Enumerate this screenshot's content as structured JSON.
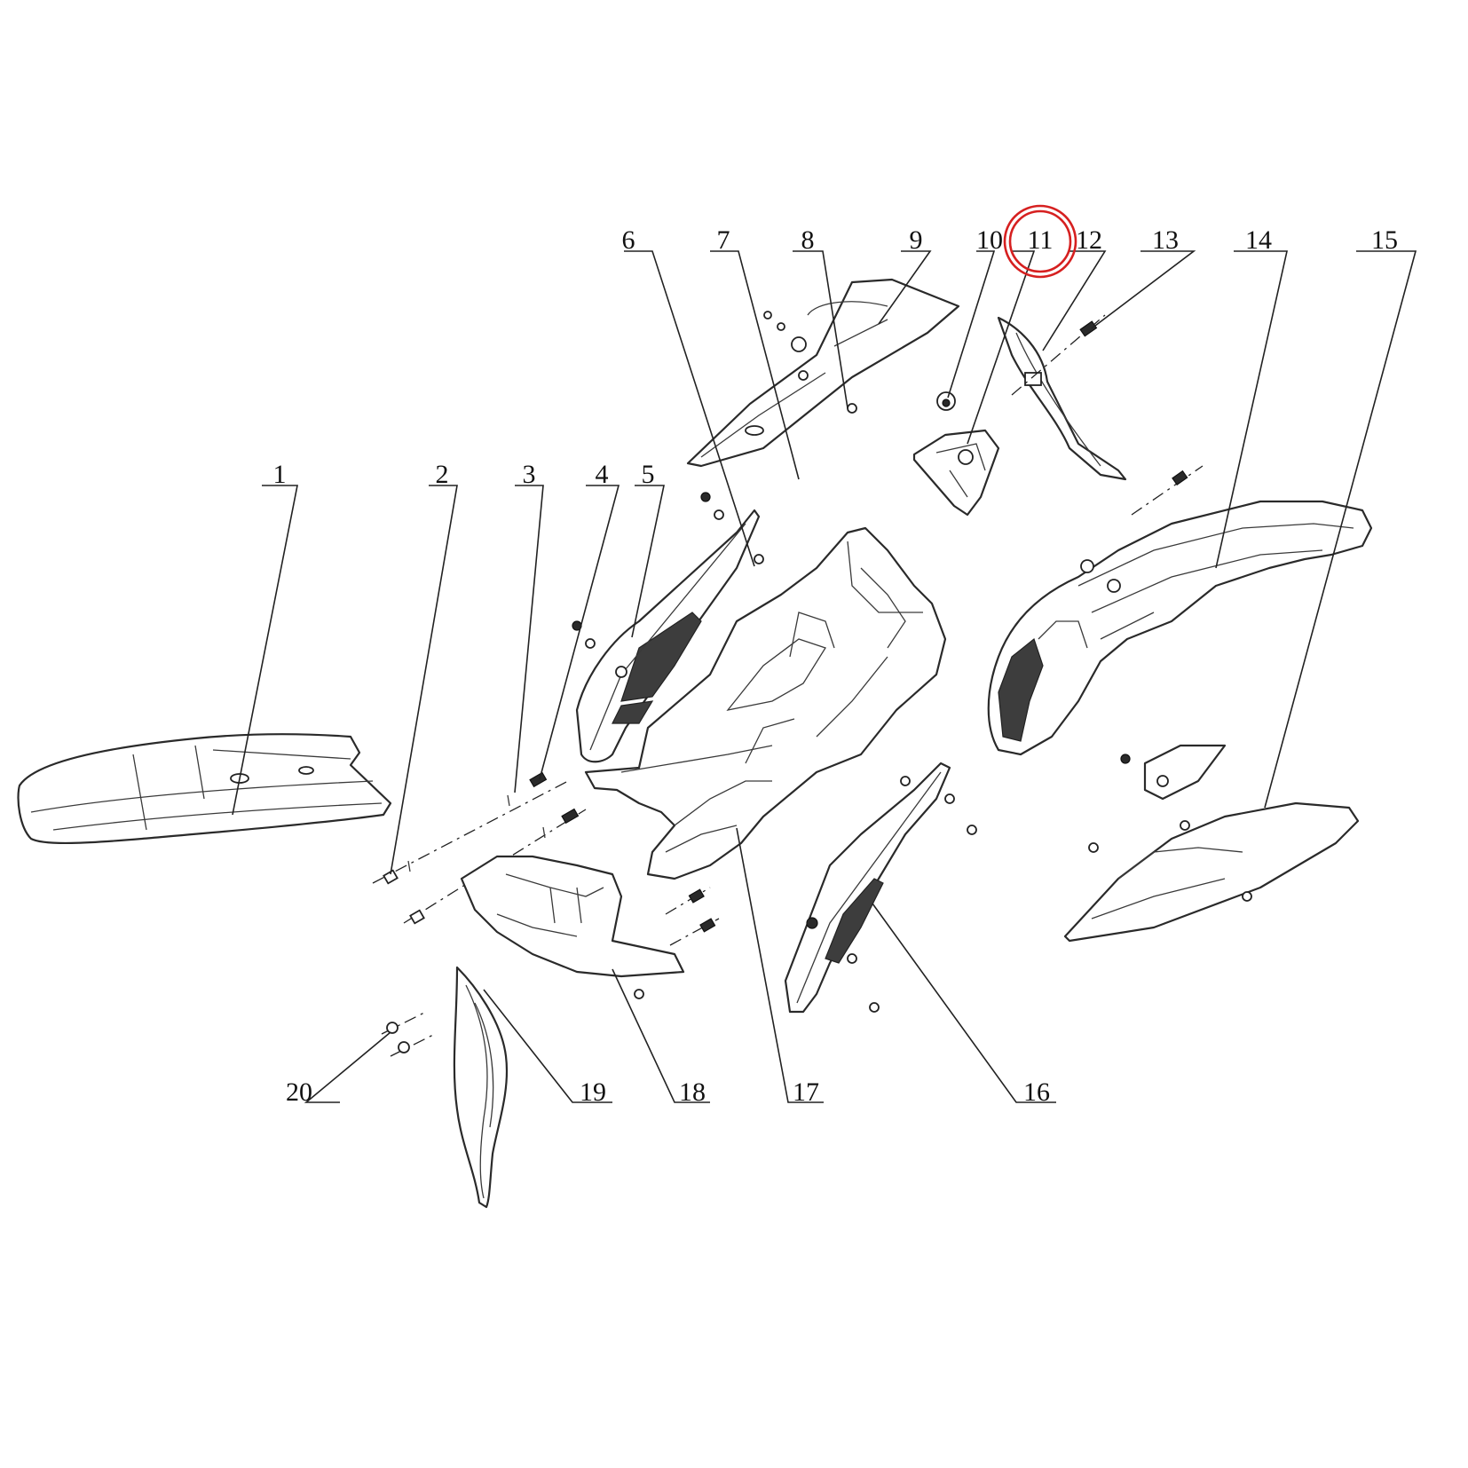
{
  "diagram": {
    "callouts": [
      {
        "id": "1",
        "text": "1"
      },
      {
        "id": "2",
        "text": "2"
      },
      {
        "id": "3",
        "text": "3"
      },
      {
        "id": "4",
        "text": "4"
      },
      {
        "id": "5",
        "text": "5"
      },
      {
        "id": "6",
        "text": "6"
      },
      {
        "id": "7",
        "text": "7"
      },
      {
        "id": "8",
        "text": "8"
      },
      {
        "id": "9",
        "text": "9"
      },
      {
        "id": "10",
        "text": "10"
      },
      {
        "id": "11",
        "text": "11"
      },
      {
        "id": "12",
        "text": "12"
      },
      {
        "id": "13",
        "text": "13"
      },
      {
        "id": "14",
        "text": "14"
      },
      {
        "id": "15",
        "text": "15"
      },
      {
        "id": "16",
        "text": "16"
      },
      {
        "id": "17",
        "text": "17"
      },
      {
        "id": "18",
        "text": "18"
      },
      {
        "id": "19",
        "text": "19"
      },
      {
        "id": "20",
        "text": "20"
      }
    ],
    "highlighted_callout": "11",
    "highlight_color": "#d62020",
    "line_color": "#222222",
    "background_color": "#ffffff"
  }
}
